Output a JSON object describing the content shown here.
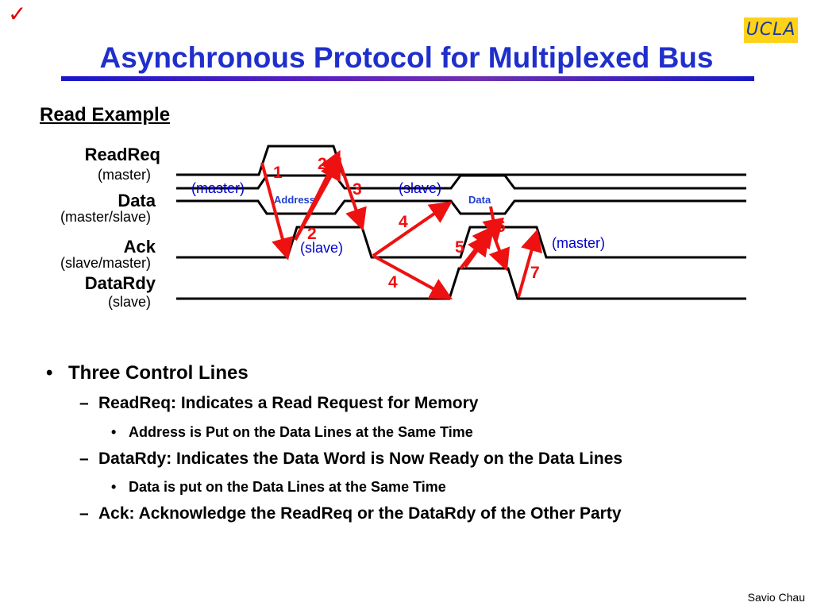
{
  "header": {
    "checkmark": "✓",
    "logo": "UCLA",
    "title": "Asynchronous Protocol for Multiplexed Bus",
    "subtitle": "Read Example"
  },
  "diagram": {
    "signals": [
      {
        "name": "ReadReq",
        "role": "(master)"
      },
      {
        "name": "Data",
        "role": "(master/slave)"
      },
      {
        "name": "Ack",
        "role": "(slave/master)"
      },
      {
        "name": "DataRdy",
        "role": "(slave)"
      }
    ],
    "bus_labels": {
      "address": "Address",
      "data": "Data"
    },
    "annotations": {
      "data_master": "(master)",
      "data_slave": "(slave)",
      "ack_slave": "(slave)",
      "ack_master": "(master)"
    },
    "steps": [
      "1",
      "2",
      "3",
      "2",
      "4",
      "4",
      "5",
      "6",
      "7"
    ],
    "colors": {
      "signal": "#000000",
      "arrow": "#ee1111",
      "annotation": "#0000cc",
      "bus_label": "#1f3fcf"
    }
  },
  "bullets": [
    {
      "level": 1,
      "marker": "•",
      "text": "Three Control Lines"
    },
    {
      "level": 2,
      "marker": "–",
      "text": "ReadReq: Indicates a Read Request for Memory"
    },
    {
      "level": 3,
      "marker": "•",
      "text": "Address is Put on the Data Lines at the Same Time"
    },
    {
      "level": 2,
      "marker": "–",
      "text": "DataRdy: Indicates the Data Word is Now Ready on the Data Lines"
    },
    {
      "level": 3,
      "marker": "•",
      "text": "Data is put on the Data Lines at the Same Time"
    },
    {
      "level": 2,
      "marker": "–",
      "text": "Ack: Acknowledge the ReadReq or the DataRdy of the Other Party"
    }
  ],
  "footer": {
    "author": "Savio Chau"
  }
}
